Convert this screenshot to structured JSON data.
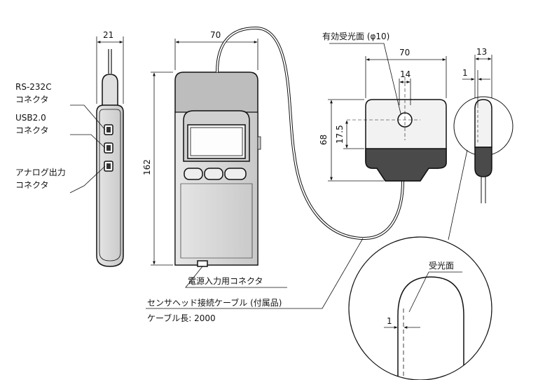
{
  "dimensions": {
    "side_width": "21",
    "main_width": "70",
    "main_height": "162",
    "sensor_aperture": "有効受光面 (φ10)",
    "sensor_width": "70",
    "sensor_center": "14",
    "sensor_height": "68",
    "sensor_offset": "17.5",
    "sensor_side_width": "13",
    "sensor_side_offset": "1",
    "detail_offset": "1"
  },
  "labels": {
    "rs232c_line1": "RS-232C",
    "rs232c_line2": "コネクタ",
    "usb_line1": "USB2.0",
    "usb_line2": "コネクタ",
    "analog_line1": "アナログ出力",
    "analog_line2": "コネクタ",
    "power_connector": "電源入力用コネクタ",
    "cable_line1": "センサヘッド接続ケーブル (付属品)",
    "cable_line2": "ケーブル長: 2000",
    "receiving_surface": "受光面"
  }
}
